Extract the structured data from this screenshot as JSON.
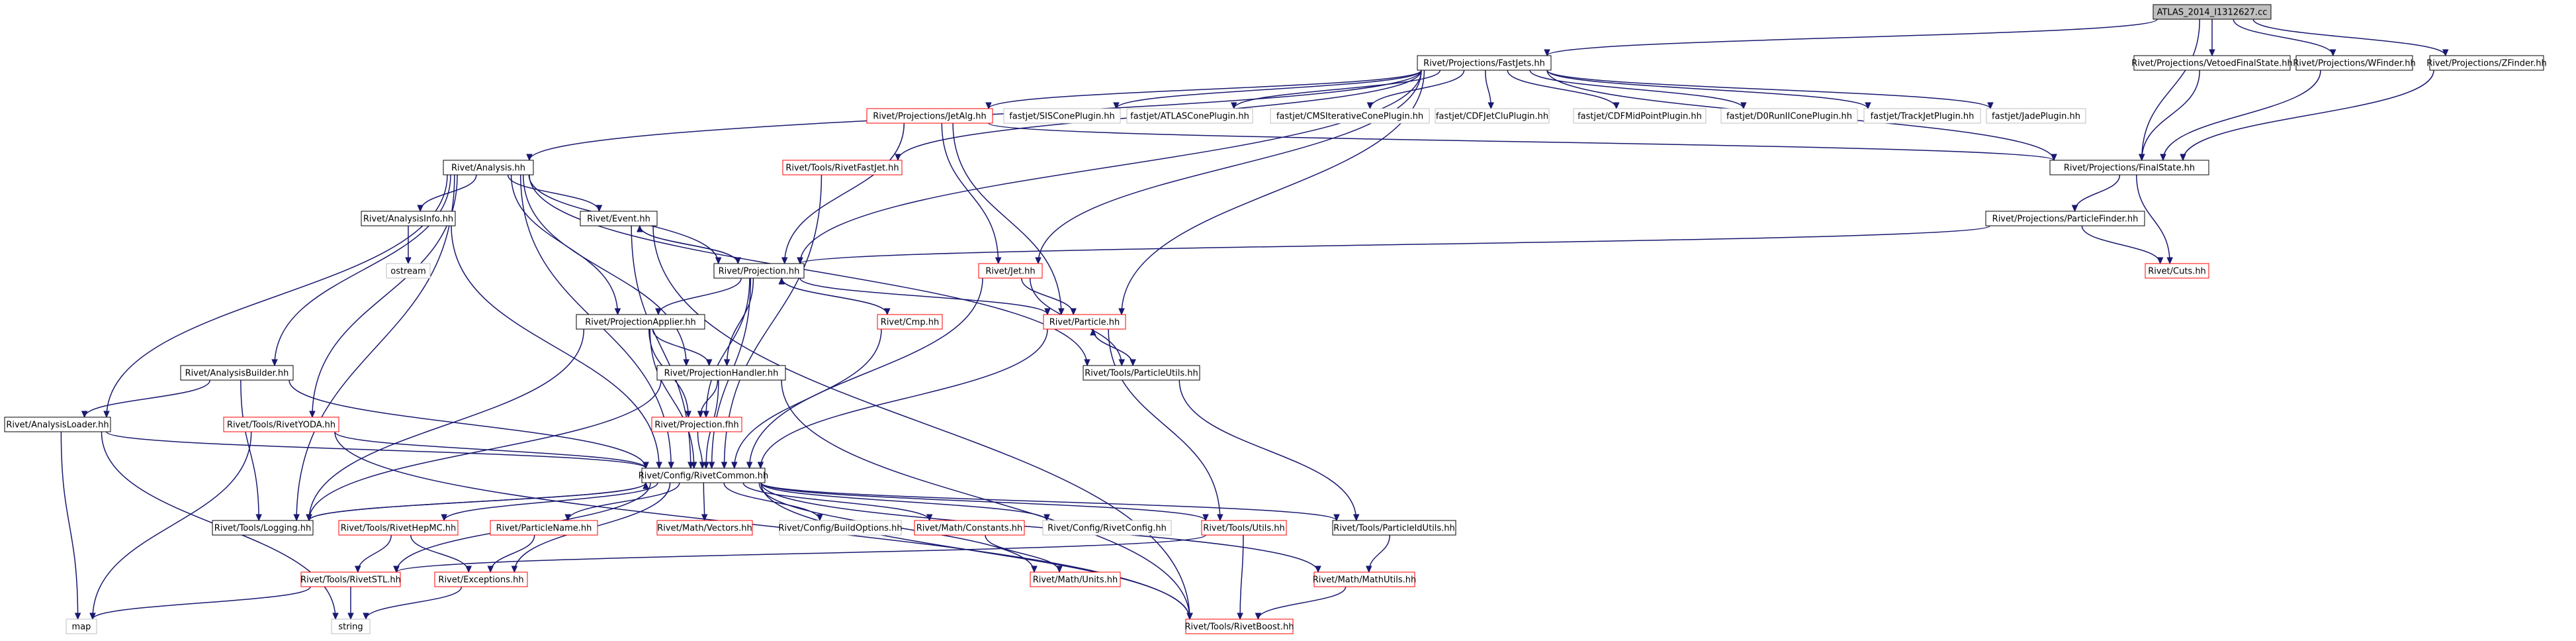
{
  "graph": {
    "nodes": {
      "root": "ATLAS_2014_I1312627.cc",
      "fastjets": "Rivet/Projections/FastJets.hh",
      "vetoed": "Rivet/Projections/VetoedFinalState.hh",
      "wfinder": "Rivet/Projections/WFinder.hh",
      "zfinder": "Rivet/Projections/ZFinder.hh",
      "jetalg": "Rivet/Projections/JetAlg.hh",
      "siscone": "fastjet/SISConePlugin.hh",
      "atlascone": "fastjet/ATLASConePlugin.hh",
      "cmsiter": "fastjet/CMSIterativeConePlugin.hh",
      "cdfjetclu": "fastjet/CDFJetCluPlugin.hh",
      "cdfmidpoint": "fastjet/CDFMidPointPlugin.hh",
      "d0run": "fastjet/D0RunIIConePlugin.hh",
      "trackjet": "fastjet/TrackJetPlugin.hh",
      "jade": "fastjet/JadePlugin.hh",
      "analysis": "Rivet/Analysis.hh",
      "rivetfastjet": "Rivet/Tools/RivetFastJet.hh",
      "finalstate": "Rivet/Projections/FinalState.hh",
      "particlefinder": "Rivet/Projections/ParticleFinder.hh",
      "analysisinfo": "Rivet/AnalysisInfo.hh",
      "event": "Rivet/Event.hh",
      "projection": "Rivet/Projection.hh",
      "jet": "Rivet/Jet.hh",
      "cuts": "Rivet/Cuts.hh",
      "ostream": "ostream",
      "cmp": "Rivet/Cmp.hh",
      "projapplier": "Rivet/ProjectionApplier.hh",
      "particle": "Rivet/Particle.hh",
      "analysisbuilder": "Rivet/AnalysisBuilder.hh",
      "projhandler": "Rivet/ProjectionHandler.hh",
      "particleutils": "Rivet/Tools/ParticleUtils.hh",
      "analysisloader": "Rivet/AnalysisLoader.hh",
      "rivetyoda": "Rivet/Tools/RivetYODA.hh",
      "projectionfhh": "Rivet/Projection.fhh",
      "rivetcommon": "Rivet/Config/RivetCommon.hh",
      "logging": "Rivet/Tools/Logging.hh",
      "rivethepmc": "Rivet/Tools/RivetHepMC.hh",
      "particlename": "Rivet/ParticleName.hh",
      "vectors": "Rivet/Math/Vectors.hh",
      "buildoptions": "Rivet/Config/BuildOptions.hh",
      "constants": "Rivet/Math/Constants.hh",
      "rivetconfig": "Rivet/Config/RivetConfig.hh",
      "utils": "Rivet/Tools/Utils.hh",
      "particleidutils": "Rivet/Tools/ParticleIdUtils.hh",
      "rivetstl": "Rivet/Tools/RivetSTL.hh",
      "exceptions": "Rivet/Exceptions.hh",
      "units": "Rivet/Math/Units.hh",
      "mathutils": "Rivet/Math/MathUtils.hh",
      "map": "map",
      "string": "string",
      "rivetboost": "Rivet/Tools/RivetBoost.hh"
    }
  }
}
